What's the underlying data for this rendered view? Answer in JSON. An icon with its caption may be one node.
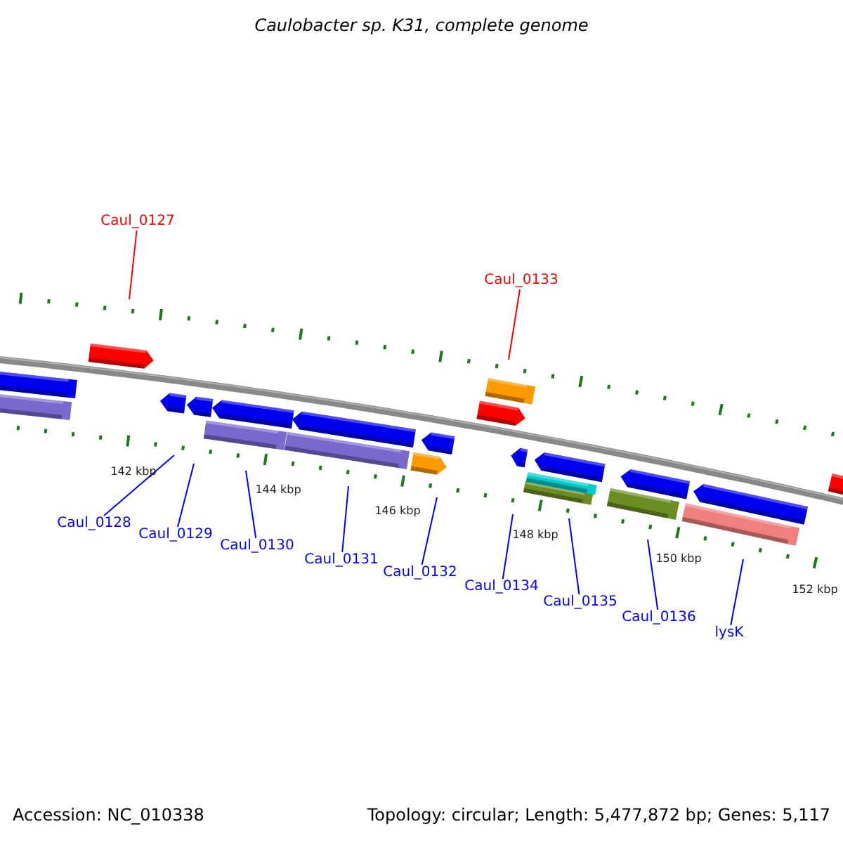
{
  "diagram": {
    "title": "Caulobacter sp. K31, complete genome",
    "nodes": [
      {
        "text": [
          "Caul_0127"
        ]
      },
      {
        "text": [
          "Caul_0133"
        ]
      },
      {
        "text": [
          "Caul_0128"
        ]
      },
      {
        "text": [
          "Caul_0129"
        ]
      },
      {
        "text": [
          "Caul_0130"
        ]
      },
      {
        "text": [
          "Caul_0131"
        ]
      },
      {
        "text": [
          "Caul_0132"
        ]
      },
      {
        "text": [
          "Caul_0134"
        ]
      },
      {
        "text": [
          "Caul_0135"
        ]
      },
      {
        "text": [
          "Caul_0136"
        ]
      },
      {
        "text": [
          "lysK"
        ]
      }
    ],
    "edges": [
      {
        "from": 0,
        "to": null,
        "arrow": "none",
        "color": "#ff0000"
      },
      {
        "from": 1,
        "to": null,
        "arrow": "none",
        "color": "#ff0000"
      },
      {
        "from": 2,
        "to": null,
        "arrow": "none"
      },
      {
        "from": 3,
        "to": null,
        "arrow": "none"
      },
      {
        "from": 4,
        "to": null,
        "arrow": "none"
      },
      {
        "from": 5,
        "to": null,
        "arrow": "none"
      },
      {
        "from": 6,
        "to": null,
        "arrow": "none"
      },
      {
        "from": 7,
        "to": null,
        "arrow": "none"
      },
      {
        "from": 8,
        "to": null,
        "arrow": "none"
      },
      {
        "from": 9,
        "to": null,
        "arrow": "none"
      },
      {
        "from": 10,
        "to": null,
        "arrow": "none"
      }
    ],
    "labels": [
      "142 kbp",
      "144 kbp",
      "146 kbp",
      "148 kbp",
      "150 kbp",
      "152 kbp",
      "Accession: NC_010338",
      "Topology: circular; Length: 5,477,872 bp; Genes: 5,117"
    ]
  }
}
